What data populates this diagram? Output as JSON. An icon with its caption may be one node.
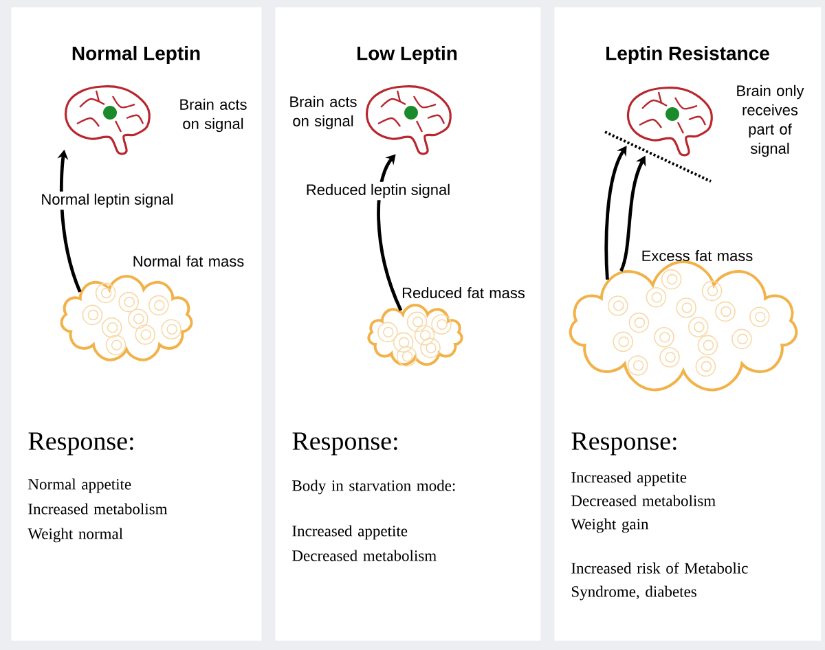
{
  "diagram": {
    "nodes": [
      {
        "text": [
          "Normal Leptin",
          "Response:",
          "Normal appetite",
          "Increased metabolism",
          "Weight normal"
        ]
      },
      {
        "text": [],
        "shape": "picture",
        "in": 0,
        "beside": [
          "Brain acts on signal"
        ]
      },
      {
        "text": [],
        "shape": "cloud",
        "in": 0,
        "beside": [
          "Normal fat mass"
        ]
      },
      {
        "text": [
          "Low Leptin",
          "Response:",
          "Body in starvation mode:",
          "Increased appetite",
          "Decreased metabolism"
        ]
      },
      {
        "text": [],
        "shape": "picture",
        "in": 3,
        "beside": [
          "Brain acts on signal"
        ]
      },
      {
        "text": [],
        "shape": "cloud",
        "in": 3,
        "beside": [
          "Reduced fat mass"
        ]
      },
      {
        "text": [
          "Leptin Resistance",
          "Response:",
          "Increased appetite",
          "Decreased metabolism",
          "Weight gain",
          "Increased risk of Metabolic Syndrome, diabetes"
        ]
      },
      {
        "text": [],
        "shape": "picture",
        "in": 6,
        "beside": [
          "Brain only receives part of signal"
        ]
      },
      {
        "text": [],
        "shape": "cloud",
        "in": 6,
        "beside": [
          "Excess fat mass"
        ]
      }
    ],
    "edges": [
      {
        "from": 2,
        "to": 1,
        "arrow": "to",
        "label": "Normal leptin signal"
      },
      {
        "from": 5,
        "to": 4,
        "arrow": "to",
        "label": "Reduced leptin signal"
      },
      {
        "from": 8,
        "to": 7,
        "arrow": "to"
      },
      {
        "from": 8,
        "to": 7,
        "arrow": "to"
      }
    ]
  }
}
